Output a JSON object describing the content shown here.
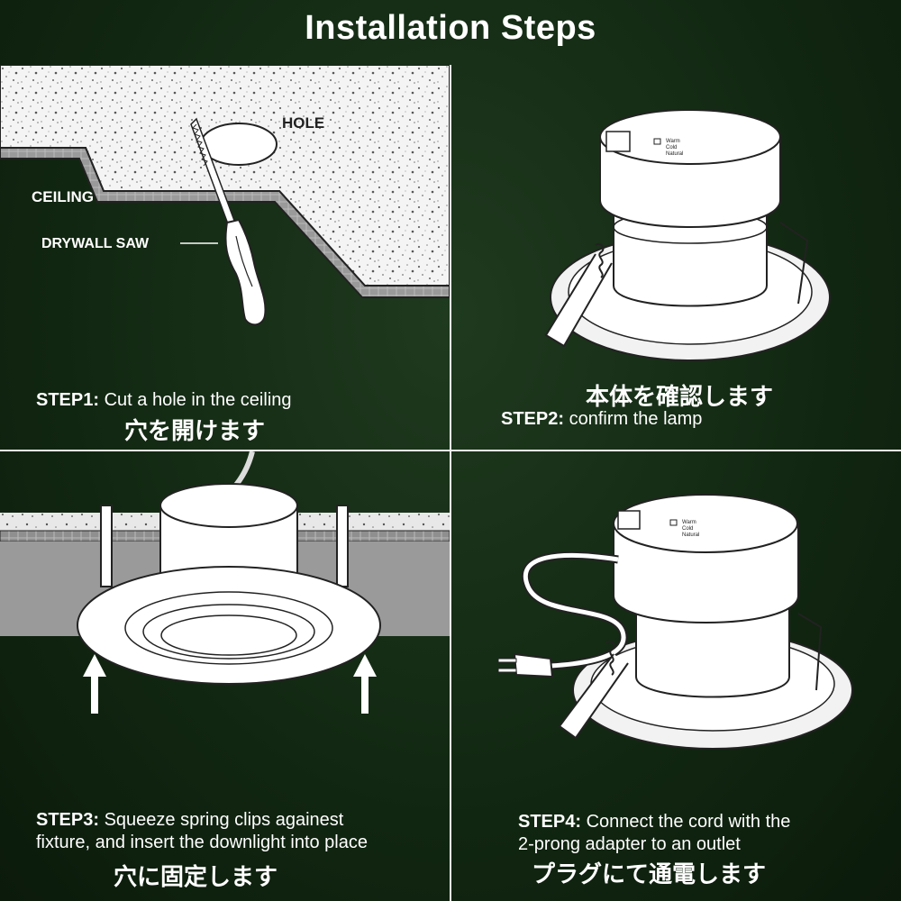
{
  "title": "Installation Steps",
  "step1": {
    "label": "STEP1:",
    "text": "Cut a hole in the ceiling",
    "jp": "穴を開けます",
    "annotations": {
      "hole": "HOLE",
      "ceiling": "CEILING",
      "saw": "DRYWALL SAW"
    }
  },
  "step2": {
    "label": "STEP2:",
    "text": "confirm the lamp",
    "jp": "本体を確認します",
    "switch_labels": [
      "Warm",
      "Cold",
      "Natural"
    ]
  },
  "step3": {
    "label": "STEP3:",
    "text_line1": "Squeeze spring clips againest",
    "text_line2": "fixture, and insert the downlight into place",
    "jp": "穴に固定します"
  },
  "step4": {
    "label": "STEP4:",
    "text_line1": "Connect the cord with the",
    "text_line2": "2-prong adapter to an outlet",
    "jp": "プラグにて通電します",
    "switch_labels": [
      "Warm",
      "Cold",
      "Natural"
    ]
  }
}
